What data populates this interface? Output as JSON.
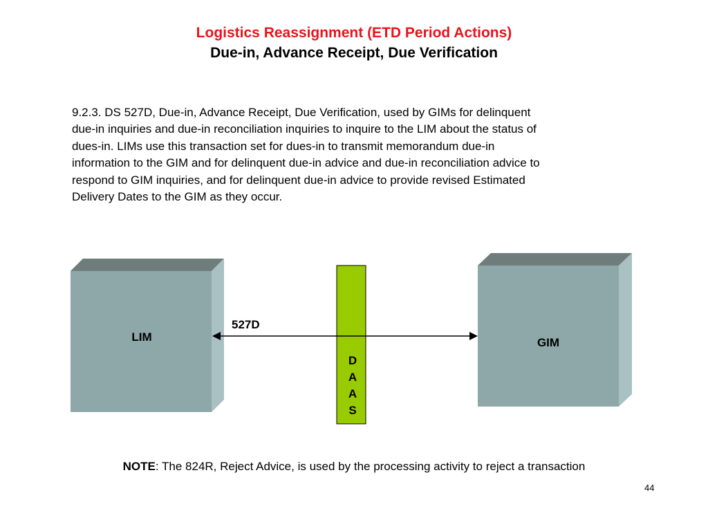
{
  "slide": {
    "title_line1": "Logistics Reassignment (ETD Period Actions)",
    "title_line2": "Due-in, Advance Receipt, Due Verification",
    "paragraph": "9.2.3. DS 527D, Due-in, Advance Receipt, Due Verification, used by GIMs for delinquent\ndue-in inquiries and due-in reconciliation inquiries to inquire to the LIM about the status of\ndues-in.  LIMs use this transaction set for dues-in to transmit memorandum due-in\ninformation to the GIM and for delinquent due-in advice and due-in reconciliation advice to\nrespond to GIM inquiries, and for delinquent due-in advice to provide revised Estimated\nDelivery Dates to the GIM as they occur.",
    "note_label": "NOTE",
    "note_text": ": The 824R, Reject Advice, is used by the processing activity to reject a transaction",
    "page_number": "44"
  },
  "diagram": {
    "left_box_label": "LIM",
    "right_box_label": "GIM",
    "arrow_label": "527D",
    "bar_letters": [
      "D",
      "A",
      "A",
      "S"
    ],
    "colors": {
      "box_front": "#8ea7a8",
      "box_top": "#6f7c7c",
      "box_side": "#a9c1c3",
      "bar_fill": "#99cc00",
      "arrow": "#000000"
    }
  }
}
